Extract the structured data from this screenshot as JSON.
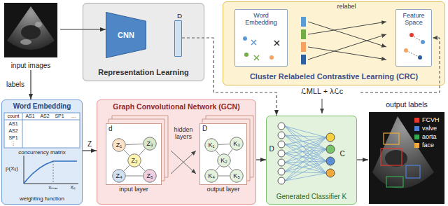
{
  "diagram": {
    "nodes": [
      {
        "text": [
          "input images"
        ]
      },
      {
        "text": [
          "Representation Learning"
        ]
      },
      {
        "text": [
          "CNN"
        ],
        "in": 1
      },
      {
        "text": [
          "D"
        ],
        "in": 1
      },
      {
        "text": [
          "Cluster Relabeled Contrastive Learning (CRC)"
        ]
      },
      {
        "text": [
          "Word Embedding"
        ],
        "in": 4
      },
      {
        "text": [
          "Feature Space"
        ],
        "in": 4
      },
      {
        "text": [
          "Word Embedding"
        ]
      },
      {
        "text": [
          "Graph Convolutional Network (GCN)"
        ]
      },
      {
        "text": [
          "d",
          "input layer"
        ],
        "in": 8
      },
      {
        "text": [
          "Z₁"
        ],
        "in": 9
      },
      {
        "text": [
          "Z₂"
        ],
        "in": 9
      },
      {
        "text": [
          "Z₃"
        ],
        "in": 9
      },
      {
        "text": [
          "Z₄"
        ],
        "in": 9
      },
      {
        "text": [
          "Z₅"
        ],
        "in": 9
      },
      {
        "text": [
          "D",
          "output layer"
        ],
        "in": 8
      },
      {
        "text": [
          "K₁"
        ],
        "in": 15
      },
      {
        "text": [
          "K₂"
        ],
        "in": 15
      },
      {
        "text": [
          "K₃"
        ],
        "in": 15
      },
      {
        "text": [
          "K₄"
        ],
        "in": 15
      },
      {
        "text": [
          "K₅"
        ],
        "in": 15
      },
      {
        "text": [
          "Generated Classifier K"
        ]
      },
      {
        "text": [
          "output labels"
        ]
      }
    ],
    "edges": [
      {
        "from": 0,
        "to": 2,
        "arrow": "to"
      },
      {
        "from": 0,
        "to": 7,
        "label": "labels",
        "arrow": "to"
      },
      {
        "from": 3,
        "to": 21,
        "arrow": "to"
      },
      {
        "from": 7,
        "to": 8,
        "label": "Z",
        "arrow": "to"
      },
      {
        "from": 8,
        "to": 21,
        "arrow": "to"
      },
      {
        "from": 21,
        "to": 22,
        "arrow": "to"
      },
      {
        "from": 10,
        "to": 12,
        "arrow": "none"
      },
      {
        "from": 10,
        "to": 11,
        "arrow": "none"
      },
      {
        "from": 11,
        "to": 12,
        "arrow": "none"
      },
      {
        "from": 11,
        "to": 13,
        "arrow": "none"
      },
      {
        "from": 11,
        "to": 14,
        "arrow": "none"
      },
      {
        "from": 13,
        "to": 14,
        "arrow": "none"
      },
      {
        "from": 16,
        "to": 18,
        "arrow": "none"
      },
      {
        "from": 16,
        "to": 17,
        "arrow": "none"
      },
      {
        "from": 17,
        "to": 18,
        "arrow": "none"
      },
      {
        "from": 17,
        "to": 19,
        "arrow": "none"
      },
      {
        "from": 17,
        "to": 20,
        "arrow": "none"
      },
      {
        "from": 19,
        "to": 20,
        "arrow": "none"
      }
    ],
    "labels": [
      "relabel",
      "hidden layers",
      "ℒMLL + λℒc",
      "D",
      "C",
      "count",
      "AS1",
      "AS2",
      "SP1",
      "…",
      "AS1",
      "AS2",
      "SP1",
      "⋮",
      "concurrency matrix",
      "p(Xᵢⱼ)",
      "xₘₐₓ",
      "Xᵢⱼ",
      "weighting function"
    ],
    "legend": [
      {
        "text": "FCVH",
        "color": "#e8382f"
      },
      {
        "text": "valve",
        "color": "#4f81d9"
      },
      {
        "text": "aorta",
        "color": "#36a852"
      },
      {
        "text": "face",
        "color": "#f2a93b"
      }
    ]
  }
}
